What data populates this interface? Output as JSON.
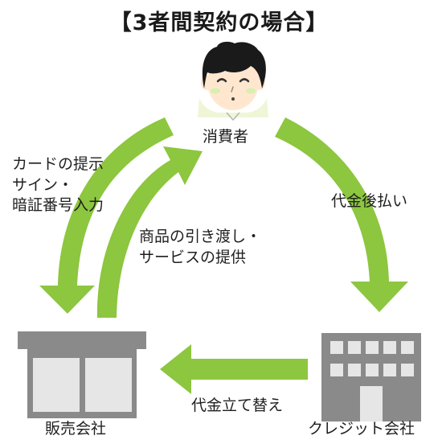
{
  "title": "【3者間契約の場合】",
  "nodes": {
    "consumer": "消費者",
    "shop": "販売会社",
    "credit": "クレジット会社"
  },
  "flows": {
    "card_lines": [
      "カードの提示",
      "サイン・",
      "暗証番号入力"
    ],
    "goods_lines": [
      "商品の引き渡し・",
      "サービスの提供"
    ],
    "deferred_payment": "代金後払い",
    "advance_payment": "代金立て替え"
  },
  "colors": {
    "arrow": "#8dc63f",
    "building": "#8a8a8a",
    "window": "#e6e6e6",
    "hair": "#1a1a1a",
    "skin": "#ffe7cf",
    "shirt": "#eef6d7"
  }
}
